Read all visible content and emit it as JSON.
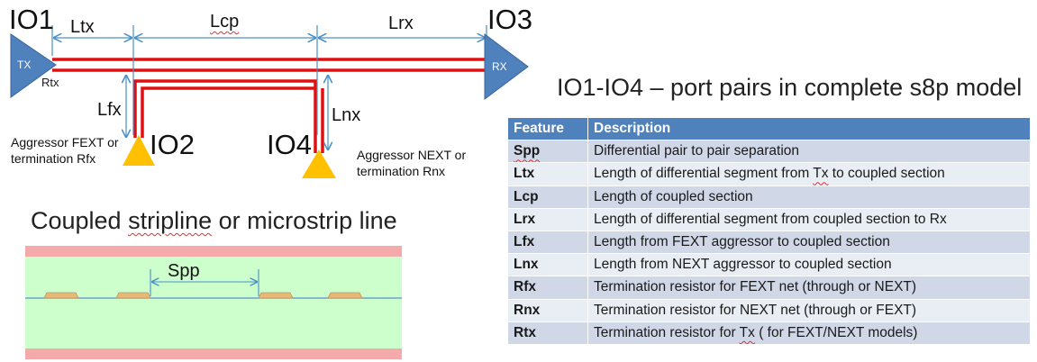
{
  "ports": {
    "io1": "IO1",
    "io2": "IO2",
    "io3": "IO3",
    "io4": "IO4"
  },
  "lengths": {
    "ltx": "Ltx",
    "lcp": "Lcp",
    "lrx": "Lrx",
    "lfx": "Lfx",
    "lnx": "Lnx",
    "spp": "Spp"
  },
  "device_labels": {
    "tx": "TX",
    "rx": "RX",
    "rtx": "Rtx"
  },
  "aggressors": {
    "fext": "Aggressor FEXT or\ntermination Rfx",
    "next": "Aggressor NEXT or\ntermination Rnx"
  },
  "title": "IO1-IO4 – port pairs in complete s8p model",
  "subtitle": "Coupled stripline or microstrip line",
  "table": {
    "headers": [
      "Feature",
      "Description"
    ],
    "rows": [
      [
        "Spp",
        "Differential pair to pair separation"
      ],
      [
        "Ltx",
        "Length of differential segment from Tx to coupled section"
      ],
      [
        "Lcp",
        "Length of coupled section"
      ],
      [
        "Lrx",
        "Length of differential segment from coupled section to Rx"
      ],
      [
        "Lfx",
        "Length from FEXT aggressor to coupled section"
      ],
      [
        "Lnx",
        "Length from NEXT aggressor to coupled section"
      ],
      [
        "Rfx",
        "Termination resistor for FEXT net (through or NEXT)"
      ],
      [
        "Rnx",
        "Termination resistor for NEXT net (through or FEXT)"
      ],
      [
        "Rtx",
        "Termination resistor for Tx ( for FEXT/NEXT models)"
      ]
    ]
  },
  "colors": {
    "trace": "#e01010",
    "dimension": "#4a90c8",
    "device": "#4f81bd",
    "aggressor_triangle": "#ffc000",
    "dielectric": "#ccffcc",
    "ground_plane": "#f4aaaa",
    "conductor": "#e8b878",
    "table_header": "#4f81bd",
    "row_odd": "#d0d8e8",
    "row_even": "#e9edf4"
  }
}
